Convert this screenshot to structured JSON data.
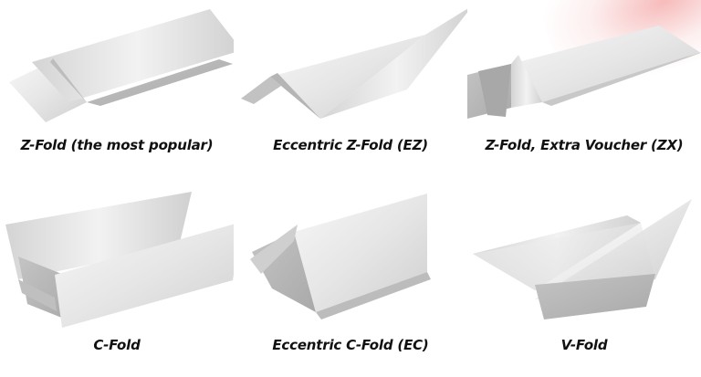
{
  "folds": [
    {
      "icon": "z-fold-icon",
      "caption": "Z-Fold (the most popular)"
    },
    {
      "icon": "eccentric-z-fold-icon",
      "caption": "Eccentric Z-Fold (EZ)"
    },
    {
      "icon": "z-fold-extra-voucher-icon",
      "caption": "Z-Fold, Extra Voucher (ZX)"
    },
    {
      "icon": "c-fold-icon",
      "caption": "C-Fold"
    },
    {
      "icon": "eccentric-c-fold-icon",
      "caption": "Eccentric C-Fold (EC)"
    },
    {
      "icon": "v-fold-icon",
      "caption": "V-Fold"
    }
  ],
  "colors": {
    "paper_light": "#f4f4f4",
    "paper_mid": "#d9d9d9",
    "paper_dark": "#b8b8b8",
    "caption_text": "#111111"
  }
}
